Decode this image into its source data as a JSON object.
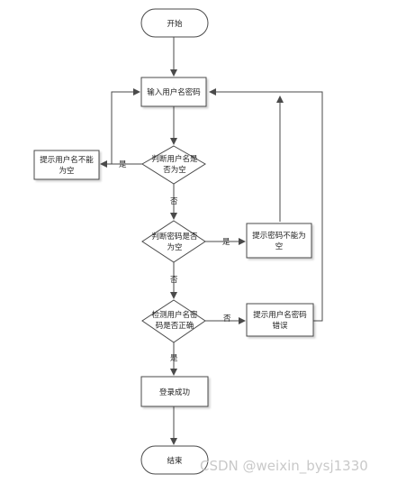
{
  "nodes": {
    "start": "开始",
    "input": "输入用户名密码",
    "check_user_empty": [
      "判断用户名是",
      "否为空"
    ],
    "user_empty_msg": [
      "提示用户名不能",
      "为空"
    ],
    "check_pwd_empty": [
      "判断密码是否",
      "为空"
    ],
    "pwd_empty_msg": [
      "提示密码不能为",
      "空"
    ],
    "check_credentials": [
      "检测用户名密",
      "码是否正确"
    ],
    "cred_error_msg": [
      "提示用户名密码",
      "错误"
    ],
    "login_success": "登录成功",
    "end": "结束"
  },
  "edges": {
    "user_empty_yes": "是",
    "user_empty_no": "否",
    "pwd_empty_yes": "是",
    "pwd_empty_no": "否",
    "cred_no": "否",
    "cred_yes": "是"
  },
  "watermark": "CSDN @weixin_bysj1330"
}
